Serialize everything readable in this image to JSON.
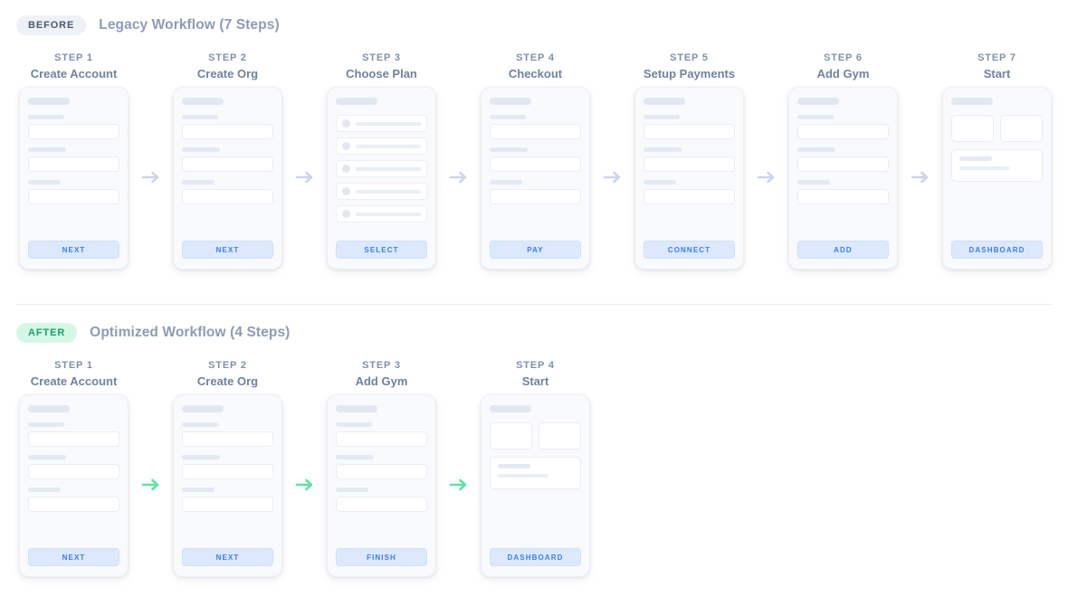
{
  "sections": [
    {
      "badge": "BEFORE",
      "badge_color": "#4a5a75",
      "badge_bg": "#eef1f6",
      "title": "Legacy Workflow (7 Steps)",
      "arrow_color": "#ccd6e6",
      "steps": [
        {
          "num": "STEP 1",
          "name": "Create Account",
          "cta": "NEXT",
          "layout": "form"
        },
        {
          "num": "STEP 2",
          "name": "Create Org",
          "cta": "NEXT",
          "layout": "form"
        },
        {
          "num": "STEP 3",
          "name": "Choose Plan",
          "cta": "SELECT",
          "layout": "list"
        },
        {
          "num": "STEP 4",
          "name": "Checkout",
          "cta": "PAY",
          "layout": "form"
        },
        {
          "num": "STEP 5",
          "name": "Setup Payments",
          "cta": "CONNECT",
          "layout": "form"
        },
        {
          "num": "STEP 6",
          "name": "Add Gym",
          "cta": "ADD",
          "layout": "form"
        },
        {
          "num": "STEP 7",
          "name": "Start",
          "cta": "DASHBOARD",
          "layout": "dashboard"
        }
      ]
    },
    {
      "badge": "AFTER",
      "badge_color": "#17a06a",
      "badge_bg": "#d6f7e6",
      "title": "Optimized Workflow (4 Steps)",
      "arrow_color": "#5fe3a1",
      "steps": [
        {
          "num": "STEP 1",
          "name": "Create Account",
          "cta": "NEXT",
          "layout": "form"
        },
        {
          "num": "STEP 2",
          "name": "Create Org",
          "cta": "NEXT",
          "layout": "form"
        },
        {
          "num": "STEP 3",
          "name": "Add Gym",
          "cta": "FINISH",
          "layout": "form"
        },
        {
          "num": "STEP 4",
          "name": "Start",
          "cta": "DASHBOARD",
          "layout": "dashboard"
        }
      ]
    }
  ]
}
